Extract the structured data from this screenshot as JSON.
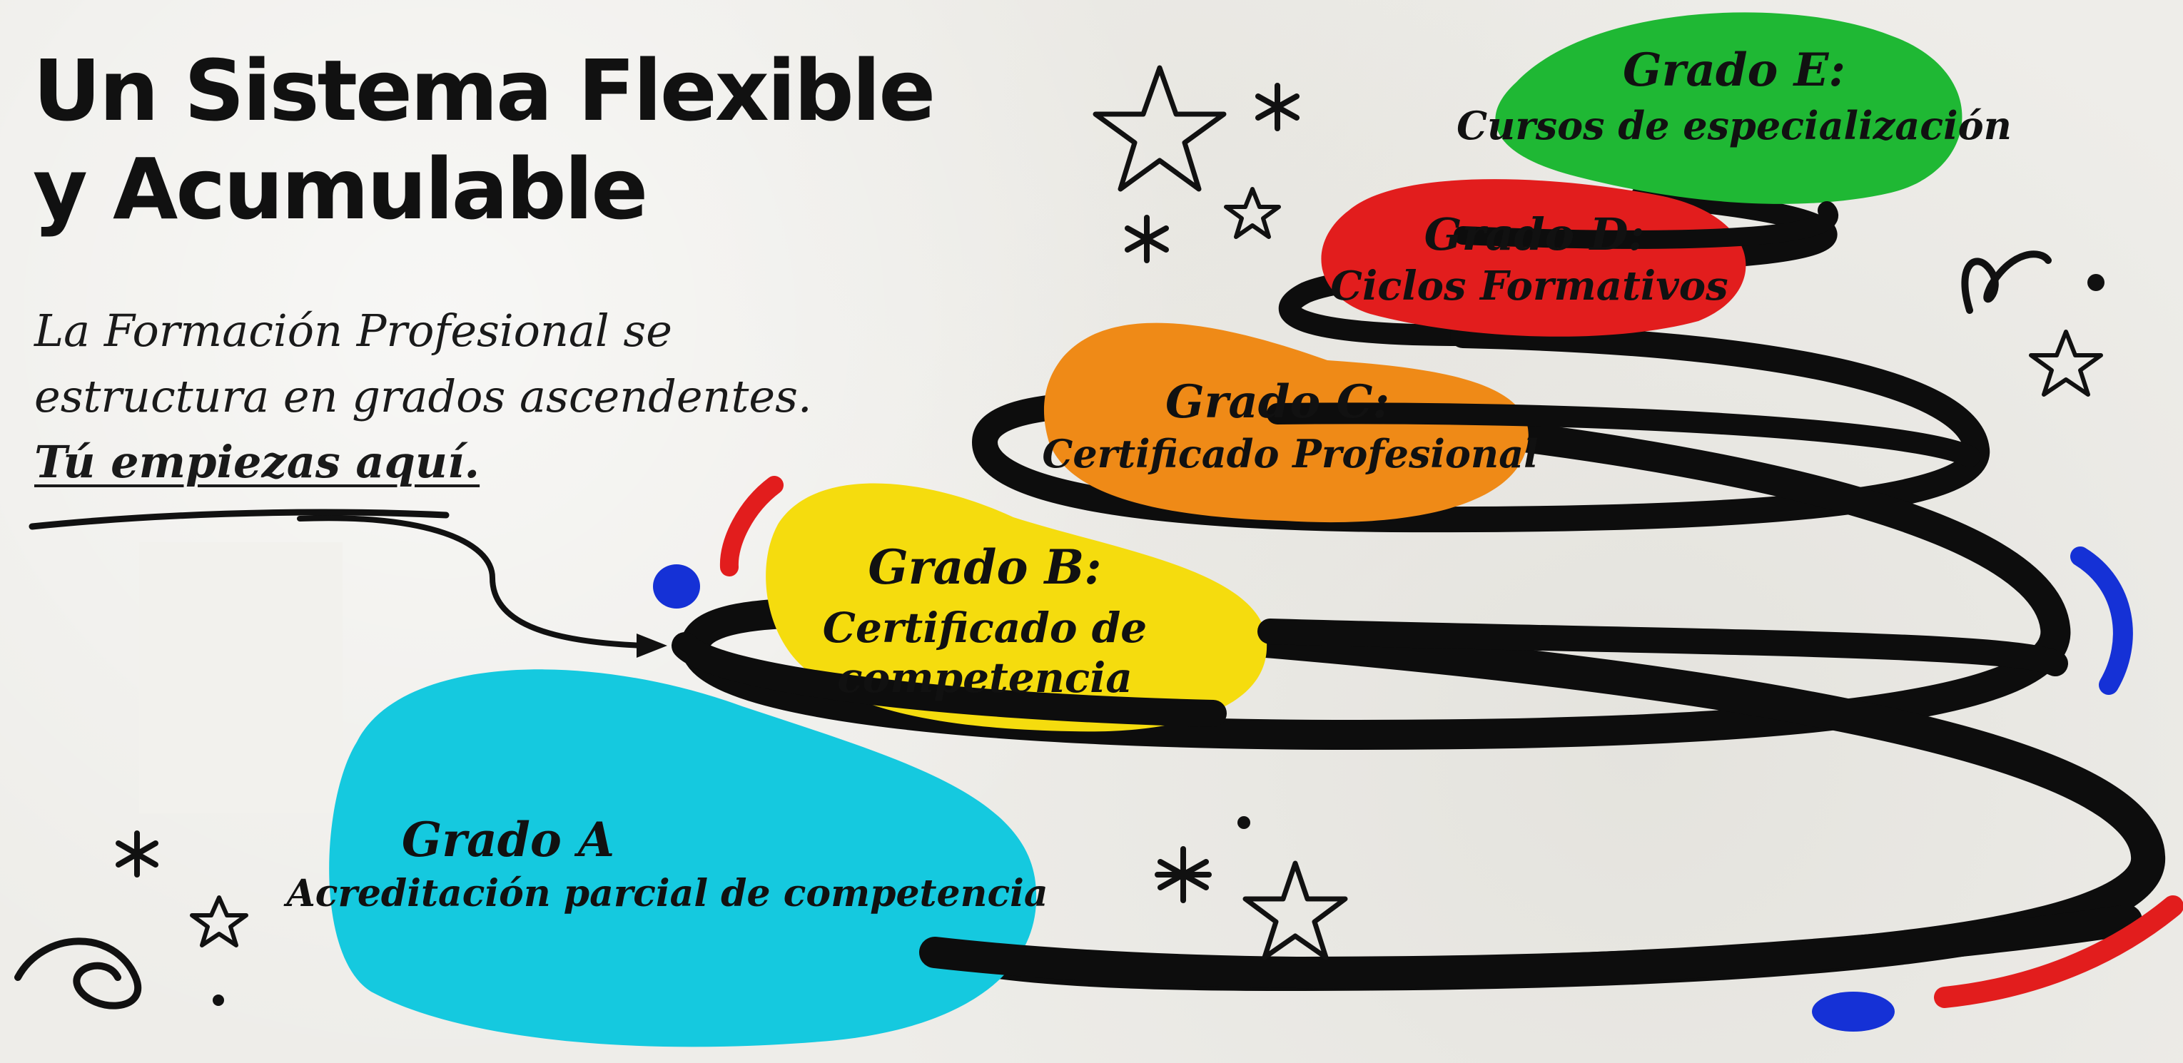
{
  "header": {
    "title_line1": "Un Sistema Flexible",
    "title_line2": "y Acumulable"
  },
  "intro": {
    "line1": "La Formación Profesional se",
    "line2": "estructura en grados ascendentes.",
    "emphasis": "Tú empiezas aquí."
  },
  "grades": [
    {
      "label": "Grado A",
      "desc_line1": "Acreditación parcial de competencia",
      "desc_line2": "",
      "color": "#15c9df"
    },
    {
      "label": "Grado B:",
      "desc_line1": "Certificado de",
      "desc_line2": "competencia",
      "color": "#f5dc0e"
    },
    {
      "label": "Grado C:",
      "desc_line1": "Certificado Profesional",
      "desc_line2": "",
      "color": "#ef8a17"
    },
    {
      "label": "Grado D:",
      "desc_line1": "Ciclos Formativos",
      "desc_line2": "",
      "color": "#e21d1d"
    },
    {
      "label": "Grado E:",
      "desc_line1": "Cursos de especialización",
      "desc_line2": "",
      "color": "#1fb834"
    }
  ],
  "colors": {
    "background": "#eeede9",
    "ink": "#111111",
    "accent_blue": "#1531d6",
    "accent_red": "#e21d1d"
  },
  "icons": [
    "star-outline-icon",
    "asterisk-icon",
    "swirl-icon",
    "arrow-icon"
  ]
}
